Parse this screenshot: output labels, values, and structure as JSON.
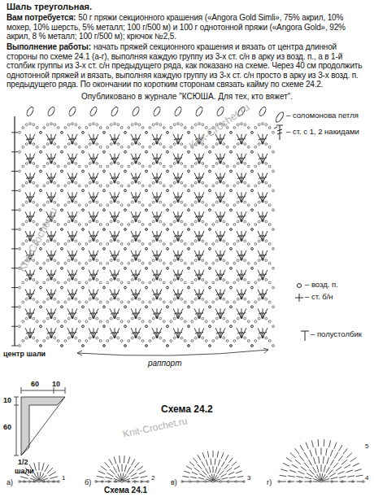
{
  "diagram": {
    "title": "Шаль треугольная.",
    "labels": [
      "Вам потребуется:",
      "50 г пряжи секционного крашения («Angora Gold Simli», 75% акрил, 10% мохер, 10% шерсть, 5% металл; 100 г/500 м) и 100 г однотонной пряжи («Angora Gold», 92% акрил, 8 % металл; 100 г/500 м); крючок №2,5.",
      "Выполнение работы:",
      "начать пряжей секционного крашения и вязать от центра длинной стороны по схеме 24.1 (а-г), выполняя каждую группу из 3-х ст. с/н в арку из возд. п., а в 1-й столбик группы из 3-х ст. с/н предыдущего ряда, как показано на схеме. Через 40 см продолжить однотонной пряжей и вязать, выполняя каждую группу из 3-х ст. с/н просто в арку из 3-х возд. п. предыдущего ряда. По окончании по коротким сторонам связать кайму по схеме 24.2.",
      "Опубликовано в журнале \"КСЮША. Для тех, кто вяжет\".",
      "центр шали",
      "раппорт",
      "Схема 24.2",
      "60",
      "10",
      "10",
      "60",
      "1/2",
      "шали",
      "а)",
      "б)",
      "в)",
      "г)",
      "Схема 24.1",
      "1",
      "2",
      "3",
      "4",
      "5",
      "Knit-Crochet.ru",
      "Knit-Crochet.ru",
      "Knit-Crochet.ru"
    ],
    "legend": [
      {
        "text": "– соломонова петля"
      },
      {
        "text": "– ст. с 1, 2 накидами"
      },
      {
        "text": "– возд. п."
      },
      {
        "text": "– ст. б/н"
      },
      {
        "text": "– полустолбик"
      }
    ]
  }
}
